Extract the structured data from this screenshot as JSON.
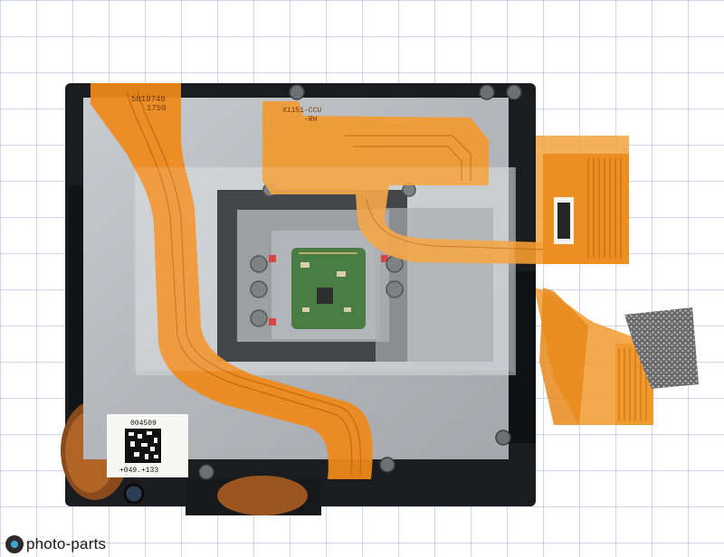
{
  "photo": {
    "colors": {
      "background": "#ffffff",
      "grid": "#9db0c8",
      "chassis": "#1b1c1f",
      "metal_plate": "#b9bcc0",
      "flex_cable": "#f08a1c",
      "pcb_green": "#2f6b2a"
    }
  },
  "labels": {
    "flex_top_code_1": "5010740",
    "flex_top_code_2": "1750",
    "flex_plate_code_1": "X1151-CCU",
    "flex_plate_code_2": "-RH",
    "sticker_serial": "004509",
    "sticker_bottom": "+049.+133"
  },
  "watermark": {
    "text": "photo-parts",
    "icon": "camera-lens-icon"
  }
}
